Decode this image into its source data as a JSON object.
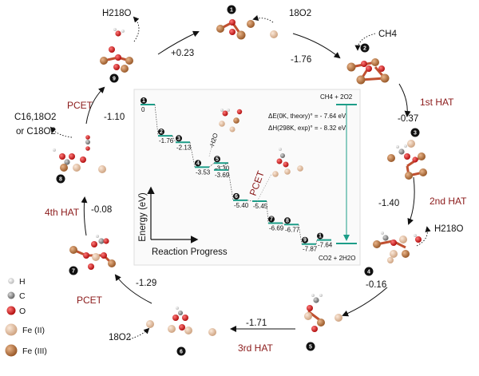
{
  "cycle": {
    "start_reactant": "18O2",
    "ch4": "CH4",
    "h2o_top": "H218O",
    "h2o_right": "H218O",
    "co2_left_line1": "C16,18O2",
    "co2_left_line2": "or C18O2",
    "o2_bottom": "18O2",
    "energies": {
      "e_1_2": "-1.76",
      "e_2_3": "-0.37",
      "e_3_4": "-1.40",
      "e_4_5": "-0.16",
      "e_5_6": "-1.71",
      "e_6_7": "-1.29",
      "e_7_8": "-0.08",
      "e_8_9": "-1.10",
      "e_9_1": "+0.23"
    },
    "steps": {
      "hat1": "1st HAT",
      "hat2": "2nd HAT",
      "hat3": "3rd HAT",
      "hat4": "4th HAT",
      "pcet_left": "PCET",
      "pcet_bottom": "PCET"
    },
    "state_numbers": [
      "1",
      "2",
      "3",
      "4",
      "5",
      "6",
      "7",
      "8",
      "9"
    ]
  },
  "profile": {
    "ylabel": "Energy (eV)",
    "xlabel": "Reaction Progress",
    "top_right_label": "CH4 + 2O2",
    "bottom_right_label": "CO2 + 2H2O",
    "dE_text": "ΔE(0K, theory)° = - 7.64 eV",
    "dH_text": "ΔH(298K, exp)° = - 8.32 eV",
    "minus_h2o": "-H2O",
    "pcet": "PCET",
    "levels": [
      {
        "state": "1",
        "value": "0"
      },
      {
        "state": "2",
        "value": "-1.76"
      },
      {
        "state": "3",
        "value": "-2.13"
      },
      {
        "state": "4",
        "value": "-3.53"
      },
      {
        "state": "5",
        "value": "-3.30"
      },
      {
        "state": "5b",
        "value": "-3.69"
      },
      {
        "state": "6",
        "value": "-5.40"
      },
      {
        "state": "6b",
        "value": "-5.45"
      },
      {
        "state": "7",
        "value": "-6.69"
      },
      {
        "state": "8",
        "value": "-6.77"
      },
      {
        "state": "9",
        "value": "-7.87"
      },
      {
        "state": "1f",
        "value": "-7.64"
      }
    ]
  },
  "legend": {
    "items": [
      {
        "symbol": "H",
        "color": "#f2f2f2"
      },
      {
        "symbol": "C",
        "color": "#8a8a8a"
      },
      {
        "symbol": "O",
        "color": "#d42020"
      },
      {
        "symbol": "Fe (II)",
        "color": "#e8c7ab"
      },
      {
        "symbol": "Fe (III)",
        "color": "#b87a4a"
      }
    ]
  },
  "colors": {
    "accent_teal": "#1c9d88",
    "hat_red": "#8b1a1a",
    "fe2": "#e8c7ab",
    "fe3": "#b87a4a",
    "oxygen": "#d42020"
  }
}
